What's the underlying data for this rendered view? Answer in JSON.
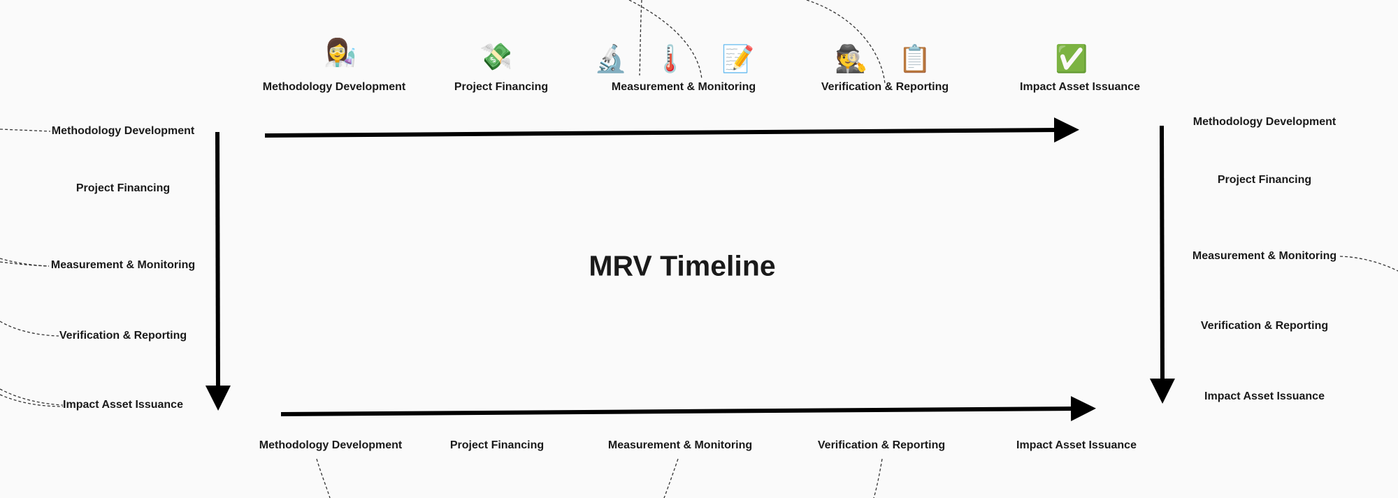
{
  "title": "MRV Timeline",
  "stages": [
    "Methodology Development",
    "Project Financing",
    "Measurement & Monitoring",
    "Verification & Reporting",
    "Impact Asset Issuance"
  ],
  "top_row": {
    "labels": [
      "Methodology Development",
      "Project Financing",
      "Measurement & Monitoring",
      "Verification & Reporting",
      "Impact Asset Issuance"
    ],
    "icons": [
      {
        "name": "woman-scientist",
        "glyph": "👩‍🔬"
      },
      {
        "name": "money-with-wings",
        "glyph": "💸"
      },
      {
        "name": "microscope",
        "glyph": "🔬"
      },
      {
        "name": "thermometer",
        "glyph": "🌡️"
      },
      {
        "name": "memo",
        "glyph": "📝"
      },
      {
        "name": "detective",
        "glyph": "🕵️"
      },
      {
        "name": "clipboard",
        "glyph": "📋"
      },
      {
        "name": "check-mark-button",
        "glyph": "✅"
      }
    ]
  },
  "left_column": {
    "labels": [
      "Methodology Development",
      "Project Financing",
      "Measurement & Monitoring",
      "Verification & Reporting",
      "Impact Asset Issuance"
    ]
  },
  "right_column": {
    "labels": [
      "Methodology Development",
      "Project Financing",
      "Measurement & Monitoring",
      "Verification & Reporting",
      "Impact Asset Issuance"
    ]
  },
  "bottom_row": {
    "labels": [
      "Methodology Development",
      "Project Financing",
      "Measurement & Monitoring",
      "Verification & Reporting",
      "Impact Asset Issuance"
    ]
  }
}
